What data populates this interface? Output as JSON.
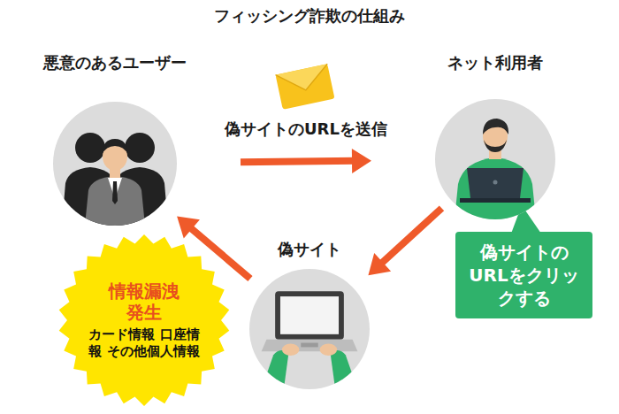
{
  "diagram": {
    "title": "フィッシング詐欺の仕組み",
    "nodes": [
      {
        "text": [
          "悪意のあるユーザー"
        ]
      },
      {
        "text": [
          "ネット利用者"
        ]
      },
      {
        "text": [
          "偽サイト"
        ]
      },
      {
        "text": [
          "偽サイトのURLをクリックする"
        ]
      },
      {
        "text": [
          "情報漏洩 発生",
          "カード情報 口座情報 その他個人情報"
        ]
      }
    ],
    "edges": [
      {
        "from": 0,
        "to": 1,
        "arrow": "to",
        "label": "偽サイトのURLを送信"
      },
      {
        "from": 1,
        "to": 2,
        "arrow": "to"
      },
      {
        "from": 2,
        "to": 0,
        "arrow": "to"
      }
    ]
  }
}
